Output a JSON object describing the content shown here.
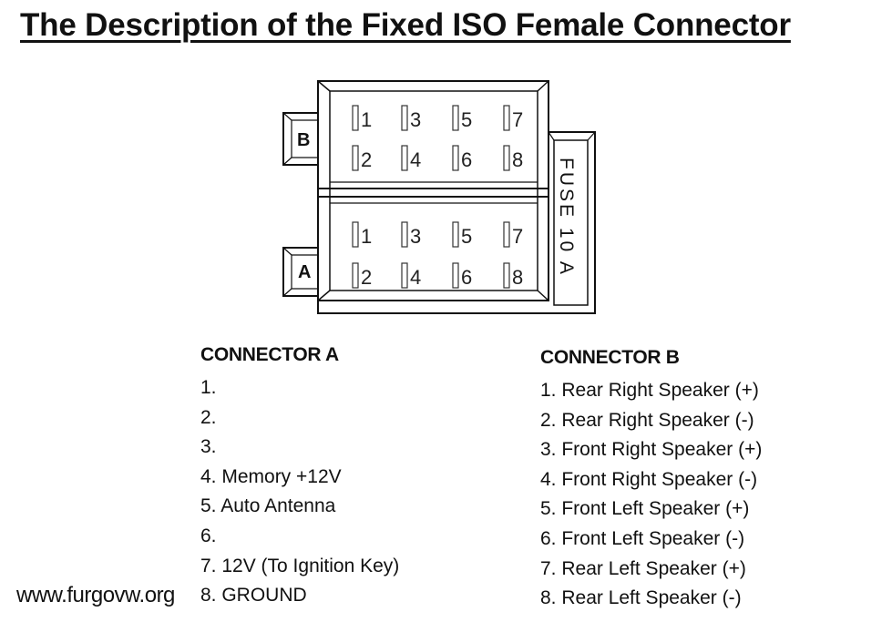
{
  "title": "The Description of the Fixed ISO Female Connector",
  "diagram": {
    "block_b_label": "B",
    "block_a_label": "A",
    "fuse_label": "FUSE 10 A",
    "block_b_pins": [
      [
        "1",
        "3",
        "5",
        "7"
      ],
      [
        "2",
        "4",
        "6",
        "8"
      ]
    ],
    "block_a_pins": [
      [
        "1",
        "3",
        "5",
        "7"
      ],
      [
        "2",
        "4",
        "6",
        "8"
      ]
    ]
  },
  "connector_a": {
    "heading": "CONNECTOR A",
    "items": [
      "1.",
      "2.",
      "3.",
      "4. Memory +12V",
      "5. Auto Antenna",
      "6.",
      "7. 12V (To Ignition Key)",
      "8. GROUND"
    ]
  },
  "connector_b": {
    "heading": "CONNECTOR B",
    "items": [
      "1. Rear Right Speaker (+)",
      "2. Rear Right Speaker (-)",
      "3. Front Right Speaker (+)",
      "4. Front Right Speaker (-)",
      "5. Front Left Speaker (+)",
      "6. Front Left Speaker (-)",
      "7. Rear Left Speaker (+)",
      "8. Rear Left Speaker (-)"
    ]
  },
  "watermark": "www.furgovw.org"
}
